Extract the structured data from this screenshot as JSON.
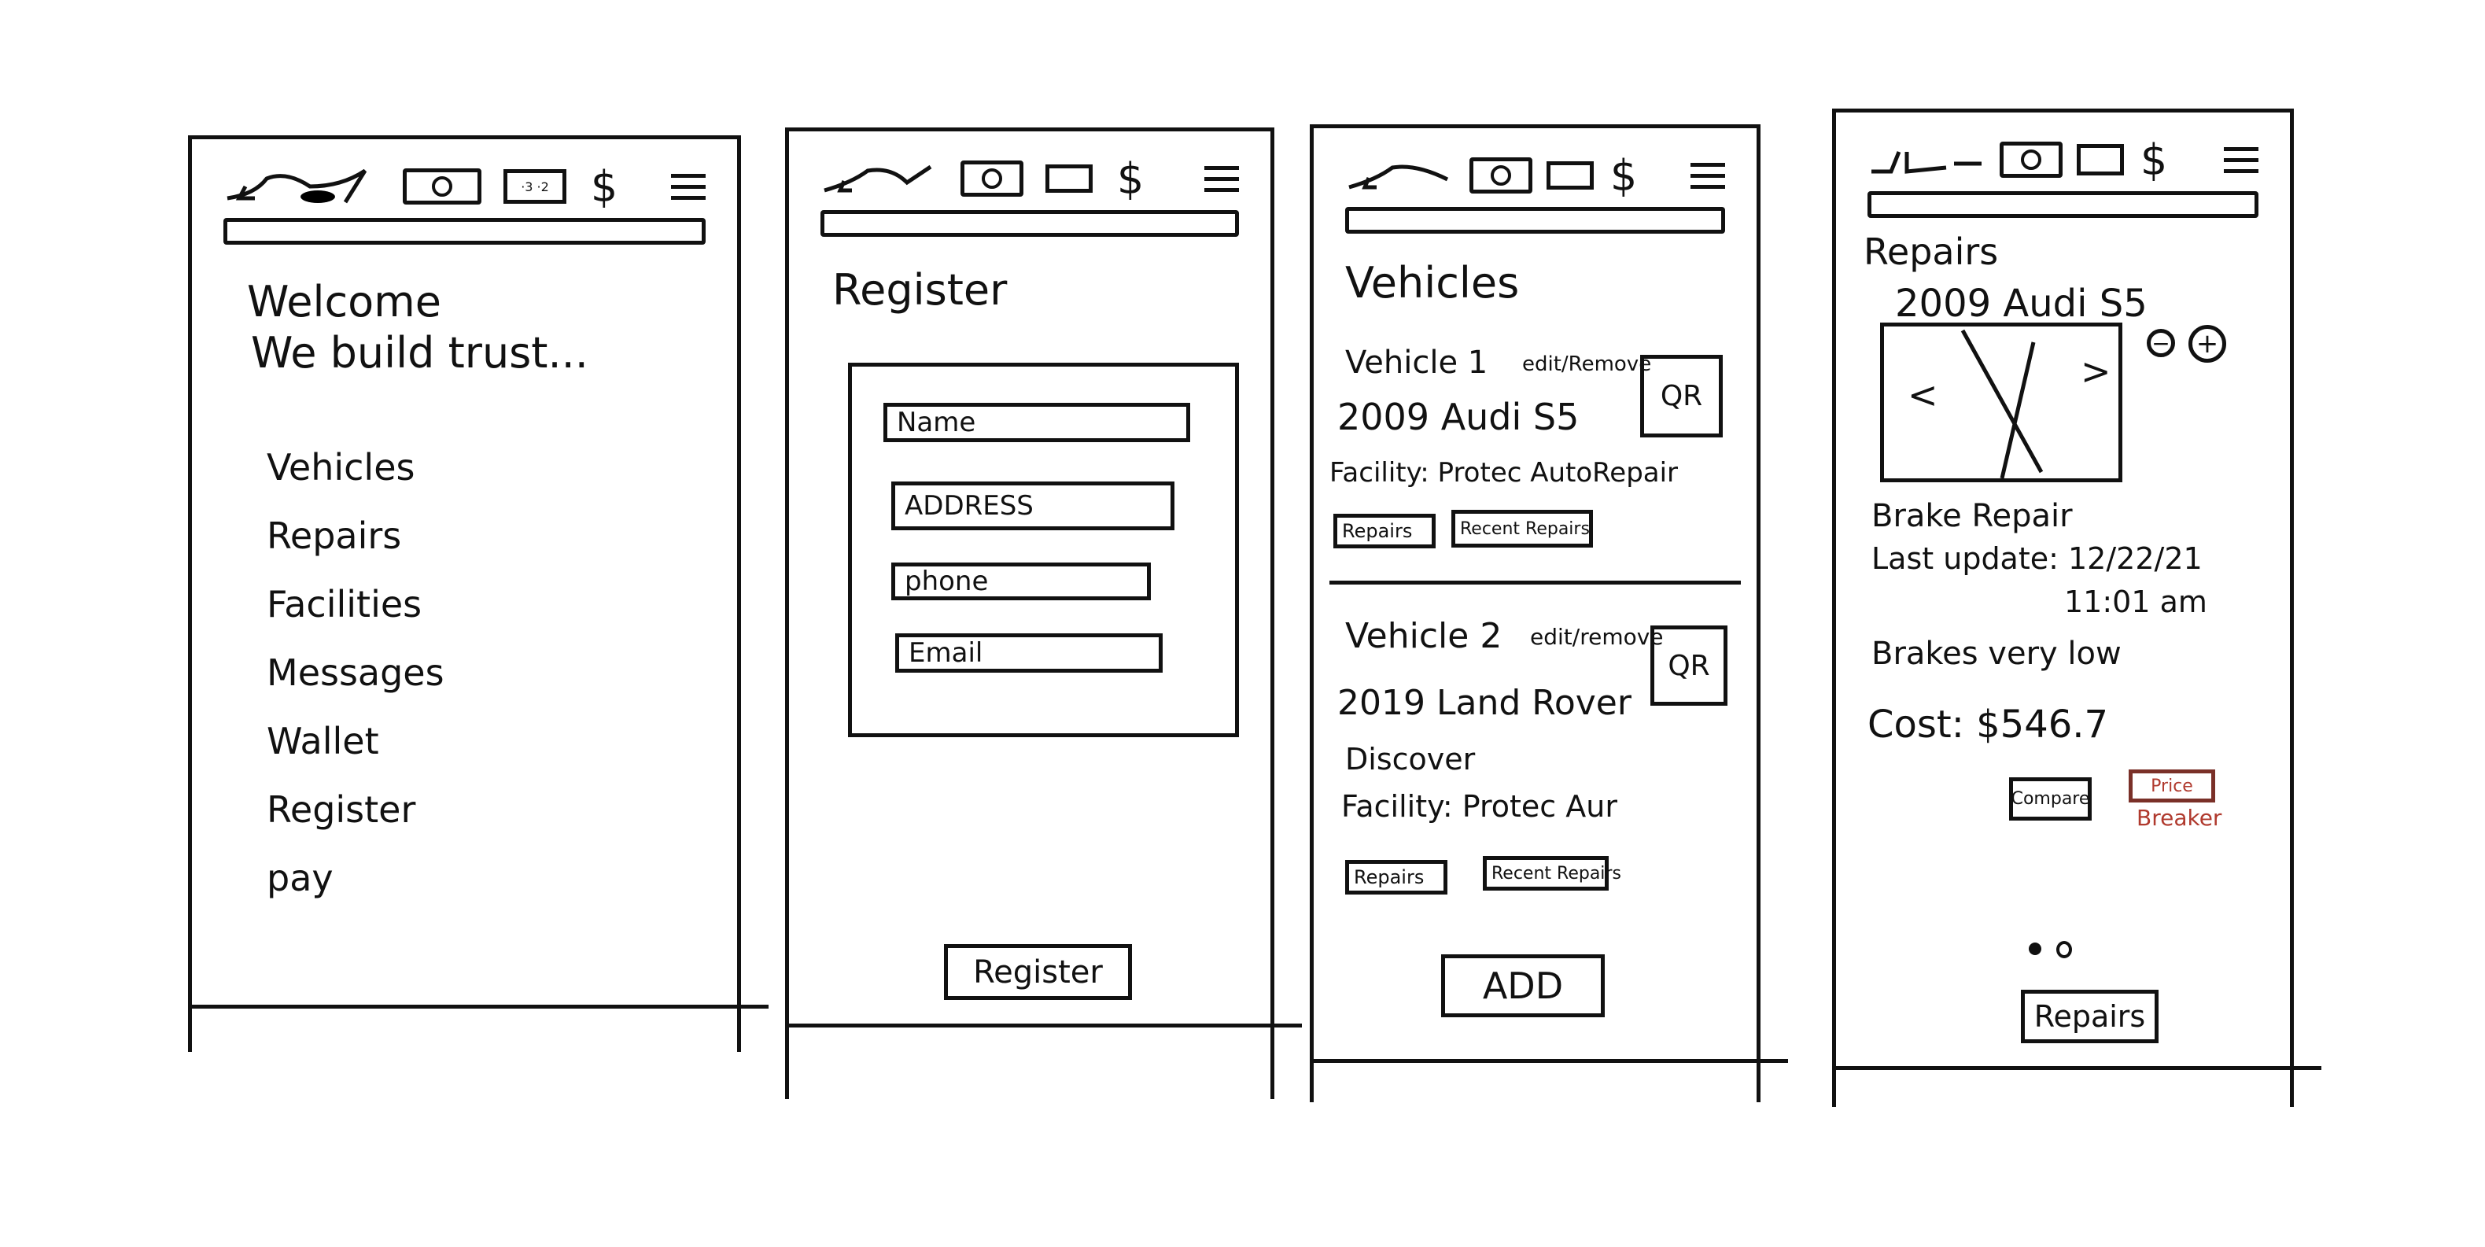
{
  "header": {
    "icons": [
      "car-logo-icon",
      "camera-icon",
      "card-icon",
      "dollar-icon",
      "hamburger-menu-icon"
    ],
    "dollar": "$",
    "card_text": "·3 ·2"
  },
  "home": {
    "title": "Welcome",
    "subtitle": "We build trust...",
    "menu": [
      "Vehicles",
      "Repairs",
      "Facilities",
      "Messages",
      "Wallet",
      "Register",
      "pay"
    ]
  },
  "register": {
    "title": "Register",
    "fields": [
      "Name",
      "ADDRESS",
      "phone",
      "Email"
    ],
    "button": "Register"
  },
  "vehicles": {
    "title": "Vehicles",
    "items": [
      {
        "header": "Vehicle 1",
        "edit": "edit/Remove",
        "name": "2009 Audi S5",
        "name2": "",
        "facility": "Facility: Protec AutoRepair",
        "qr": "QR",
        "repairs": "Repairs",
        "recent": "Recent Repairs"
      },
      {
        "header": "Vehicle 2",
        "edit": "edit/remove",
        "name": "2019 Land Rover",
        "name2": "Discover",
        "facility": "Facility: Protec Aur",
        "qr": "QR",
        "repairs": "Repairs",
        "recent": "Recent Repairs"
      }
    ],
    "add": "ADD"
  },
  "repairs": {
    "title": "Repairs",
    "vehicle": "2009 Audi S5",
    "prev": "<",
    "next": ">",
    "zoom_out": "−",
    "zoom_in": "+",
    "repair": "Brake Repair",
    "last_update": "Last update: 12/22/21",
    "time": "11:01 am",
    "note": "Brakes very low",
    "cost": "Cost: $546.7",
    "compare": "Compare",
    "price": "Price",
    "price_sub": "Breaker",
    "button": "Repairs",
    "accent": "#b03a2e"
  }
}
